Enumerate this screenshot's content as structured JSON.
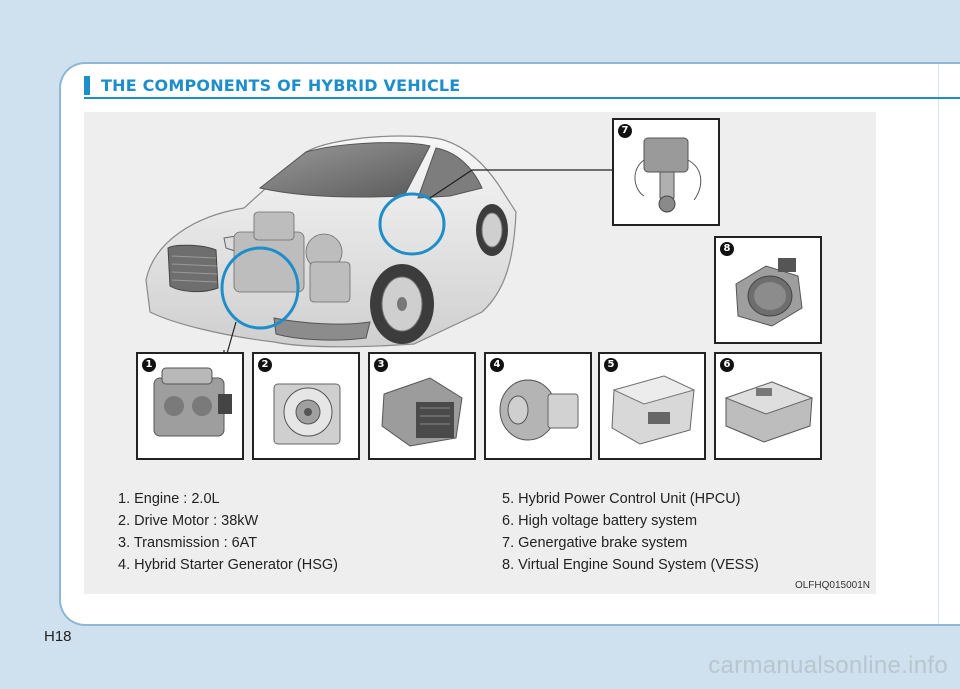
{
  "section": {
    "title": "THE COMPONENTS OF HYBRID VEHICLE"
  },
  "components": [
    {
      "number": "1",
      "label": "1. Engine : 2.0L"
    },
    {
      "number": "2",
      "label": "2. Drive Motor : 38kW"
    },
    {
      "number": "3",
      "label": "3. Transmission : 6AT"
    },
    {
      "number": "4",
      "label": "4. Hybrid Starter Generator (HSG)"
    },
    {
      "number": "5",
      "label": "5. Hybrid Power Control Unit (HPCU)"
    },
    {
      "number": "6",
      "label": "6. High voltage battery system"
    },
    {
      "number": "7",
      "label": "7. Genergative brake system"
    },
    {
      "number": "8",
      "label": "8. Virtual Engine Sound System (VESS)"
    }
  ],
  "figure": {
    "ref_code": "OLFHQ015001N"
  },
  "page": {
    "number": "H18",
    "watermark": "carmanualsonline.info"
  },
  "colors": {
    "accent": "#1d8ec9",
    "background": "#cfe1ee",
    "figure_bg": "#eeeeee"
  }
}
